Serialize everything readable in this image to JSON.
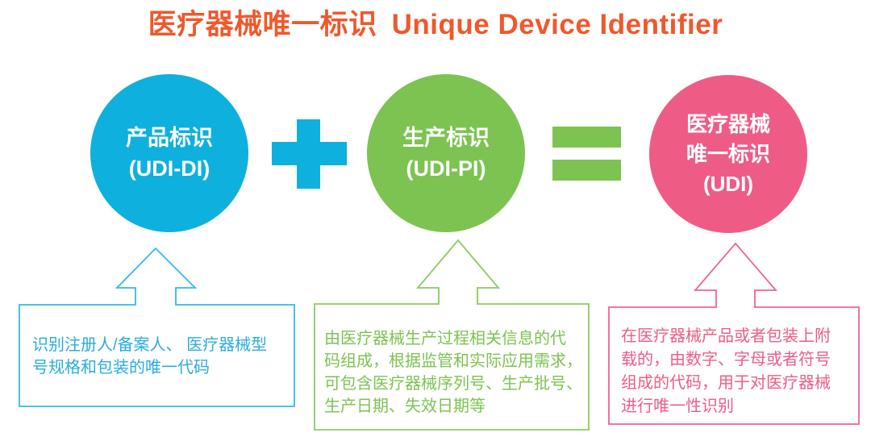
{
  "title": {
    "zh": "医疗器械唯一标识",
    "en": "Unique Device Identifier"
  },
  "colors": {
    "title_orange": "#F0582B",
    "blue_fill": "#0EB0DD",
    "blue_outline": "#2FBCE9",
    "green_fill": "#7CC351",
    "green_outline": "#8BCA63",
    "pink_fill": "#EE5C86",
    "pink_outline": "#F2638F",
    "circle_text": "#FFFFFF"
  },
  "circles": [
    {
      "name": "product-identifier",
      "lines": [
        "产品标识",
        "(UDI-DI)"
      ]
    },
    {
      "name": "production-identifier",
      "lines": [
        "生产标识",
        "(UDI-PI)"
      ]
    },
    {
      "name": "unique-device-identifier",
      "lines": [
        "医疗器械",
        "唯一标识",
        "(UDI)"
      ]
    }
  ],
  "operators": {
    "plus": "+",
    "equals": "="
  },
  "notes": [
    {
      "name": "udi-di-note",
      "lines": [
        "识别注册人/备案人、 医疗器械型",
        "号规格和包装的唯一代码"
      ]
    },
    {
      "name": "udi-pi-note",
      "lines": [
        "由医疗器械生产过程相关信息的代",
        "码组成，根据监管和实际应用需求，",
        "可包含医疗器械序列号、生产批号、",
        "生产日期、失效日期等"
      ]
    },
    {
      "name": "udi-note",
      "lines": [
        "在医疗器械产品或者包装上附",
        "载的，由数字、字母或者符号",
        "组成的代码，用于对医疗器械",
        "进行唯一性识别"
      ]
    }
  ]
}
